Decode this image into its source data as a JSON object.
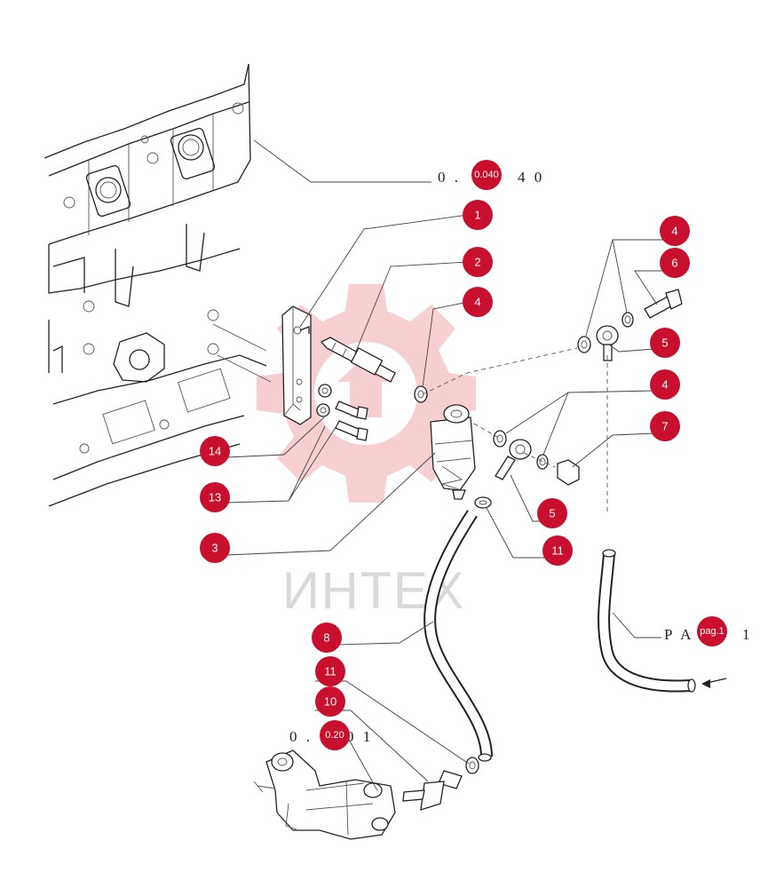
{
  "watermark": "ИНТЕХ",
  "references": {
    "engine_block": {
      "pre": "0 .",
      "badge": "0.040",
      "post": "4 0"
    },
    "pipe_page": {
      "pre": "P A",
      "badge": "pag.1",
      "post": "1"
    },
    "injection_pump": {
      "pre": "0 .",
      "badge": "0.20",
      "post": "0 1"
    }
  },
  "callouts": [
    {
      "id": "1",
      "label": "1"
    },
    {
      "id": "2",
      "label": "2"
    },
    {
      "id": "4a",
      "label": "4"
    },
    {
      "id": "4b",
      "label": "4"
    },
    {
      "id": "6",
      "label": "6"
    },
    {
      "id": "5a",
      "label": "5"
    },
    {
      "id": "4c",
      "label": "4"
    },
    {
      "id": "7",
      "label": "7"
    },
    {
      "id": "14",
      "label": "14"
    },
    {
      "id": "13",
      "label": "13"
    },
    {
      "id": "5b",
      "label": "5"
    },
    {
      "id": "3",
      "label": "3"
    },
    {
      "id": "11a",
      "label": "11"
    },
    {
      "id": "8",
      "label": "8"
    },
    {
      "id": "11b",
      "label": "11"
    },
    {
      "id": "10",
      "label": "10"
    }
  ]
}
